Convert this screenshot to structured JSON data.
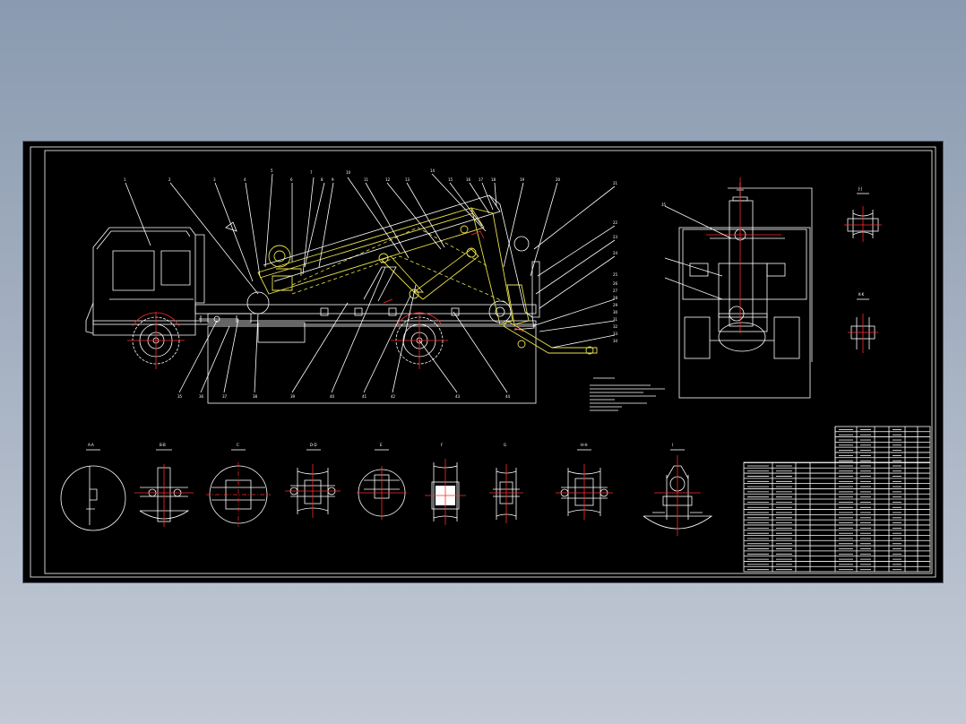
{
  "drawing": {
    "background": "#000000",
    "line_color": "#ffffff",
    "highlight_color": "#e8e04a",
    "center_line_color": "#ff2a2a",
    "section_color": "#22e6e6"
  },
  "truck_view": {
    "balloon_labels_top": [
      "1",
      "2",
      "3",
      "4",
      "5",
      "6",
      "7",
      "8",
      "9",
      "10",
      "11",
      "12",
      "13",
      "14",
      "15",
      "16",
      "17",
      "18",
      "19",
      "20",
      "21",
      "22",
      "23",
      "24",
      "25"
    ],
    "balloon_labels_right": [
      "26",
      "27",
      "28",
      "29",
      "30",
      "31",
      "32",
      "33",
      "34"
    ],
    "balloon_labels_bottom": [
      "35",
      "36",
      "37",
      "38",
      "39",
      "40",
      "41",
      "42",
      "43",
      "44"
    ]
  },
  "section_views": {
    "row_items": [
      "A-A",
      "B-B",
      "C",
      "D-D",
      "E",
      "F",
      "G",
      "H-H",
      "I"
    ],
    "side_items": [
      "J-J",
      "K-K"
    ]
  },
  "title_block": {
    "rows": 28,
    "cols": 6
  }
}
